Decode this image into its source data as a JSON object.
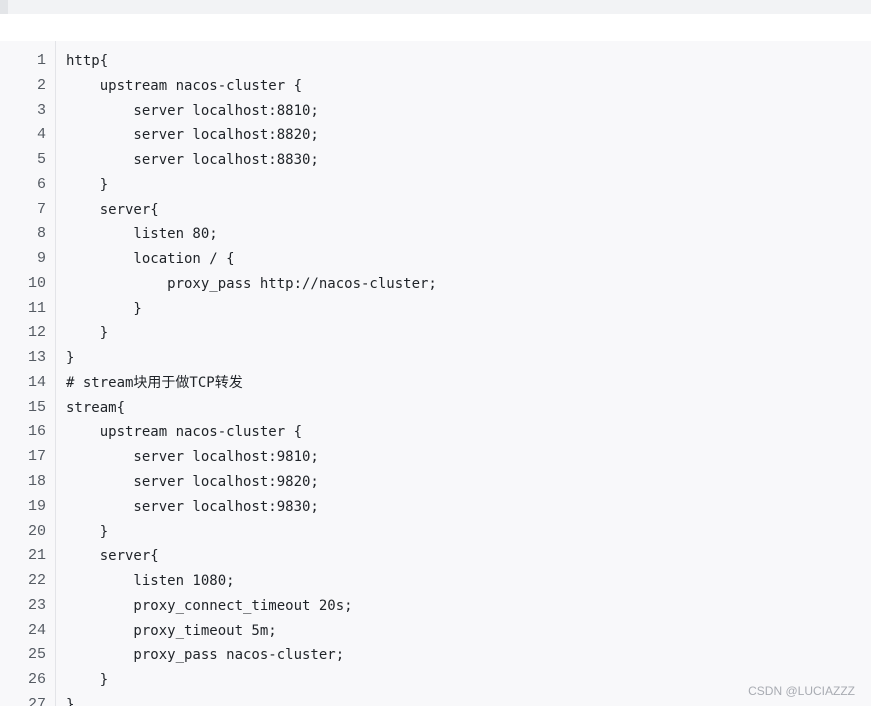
{
  "code_block": {
    "lines": [
      {
        "number": "1",
        "text": "http{"
      },
      {
        "number": "2",
        "text": "    upstream nacos-cluster {"
      },
      {
        "number": "3",
        "text": "        server localhost:8810;"
      },
      {
        "number": "4",
        "text": "        server localhost:8820;"
      },
      {
        "number": "5",
        "text": "        server localhost:8830;"
      },
      {
        "number": "6",
        "text": "    }"
      },
      {
        "number": "7",
        "text": "    server{"
      },
      {
        "number": "8",
        "text": "        listen 80;"
      },
      {
        "number": "9",
        "text": "        location / {"
      },
      {
        "number": "10",
        "text": "            proxy_pass http://nacos-cluster;"
      },
      {
        "number": "11",
        "text": "        }"
      },
      {
        "number": "12",
        "text": "    }"
      },
      {
        "number": "13",
        "text": "}"
      },
      {
        "number": "14",
        "text": "# stream块用于做TCP转发"
      },
      {
        "number": "15",
        "text": "stream{"
      },
      {
        "number": "16",
        "text": "    upstream nacos-cluster {"
      },
      {
        "number": "17",
        "text": "        server localhost:9810;"
      },
      {
        "number": "18",
        "text": "        server localhost:9820;"
      },
      {
        "number": "19",
        "text": "        server localhost:9830;"
      },
      {
        "number": "20",
        "text": "    }"
      },
      {
        "number": "21",
        "text": "    server{"
      },
      {
        "number": "22",
        "text": "        listen 1080;"
      },
      {
        "number": "23",
        "text": "        proxy_connect_timeout 20s;"
      },
      {
        "number": "24",
        "text": "        proxy_timeout 5m;"
      },
      {
        "number": "25",
        "text": "        proxy_pass nacos-cluster;"
      },
      {
        "number": "26",
        "text": "    }"
      },
      {
        "number": "27",
        "text": "}"
      }
    ]
  },
  "watermark": "CSDN @LUCIAZZZ"
}
